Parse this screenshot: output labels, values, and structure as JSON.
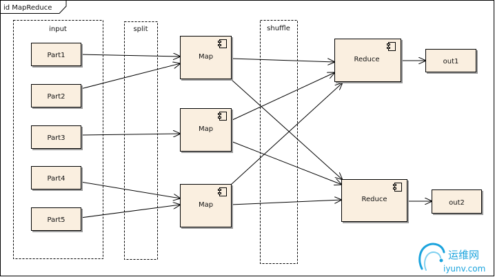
{
  "frame": {
    "title": "id MapReduce"
  },
  "groups": {
    "input": "input",
    "split": "split",
    "shuffle": "shuffle"
  },
  "parts": [
    {
      "label": "Part1"
    },
    {
      "label": "Part2"
    },
    {
      "label": "Part3"
    },
    {
      "label": "Part4"
    },
    {
      "label": "Part5"
    }
  ],
  "maps": [
    {
      "label": "Map"
    },
    {
      "label": "Map"
    },
    {
      "label": "Map"
    }
  ],
  "reducers": [
    {
      "label": "Reduce"
    },
    {
      "label": "Reduce"
    }
  ],
  "outputs": [
    {
      "label": "out1"
    },
    {
      "label": "out2"
    }
  ],
  "edges": [
    {
      "from": "part1",
      "to": "map1"
    },
    {
      "from": "part2",
      "to": "map1"
    },
    {
      "from": "part3",
      "to": "map2"
    },
    {
      "from": "part4",
      "to": "map3"
    },
    {
      "from": "part5",
      "to": "map3"
    },
    {
      "from": "map1",
      "to": "reduce1"
    },
    {
      "from": "map1",
      "to": "reduce2"
    },
    {
      "from": "map2",
      "to": "reduce1"
    },
    {
      "from": "map2",
      "to": "reduce2"
    },
    {
      "from": "map3",
      "to": "reduce1"
    },
    {
      "from": "map3",
      "to": "reduce2"
    },
    {
      "from": "reduce1",
      "to": "out1"
    },
    {
      "from": "reduce2",
      "to": "out2"
    }
  ],
  "watermark": {
    "text_cn": "运维网",
    "text_url": "iyunv.com"
  },
  "colors": {
    "node_fill": "#faefe0",
    "stroke": "#000000",
    "watermark_blue": "#1aa3dd"
  }
}
